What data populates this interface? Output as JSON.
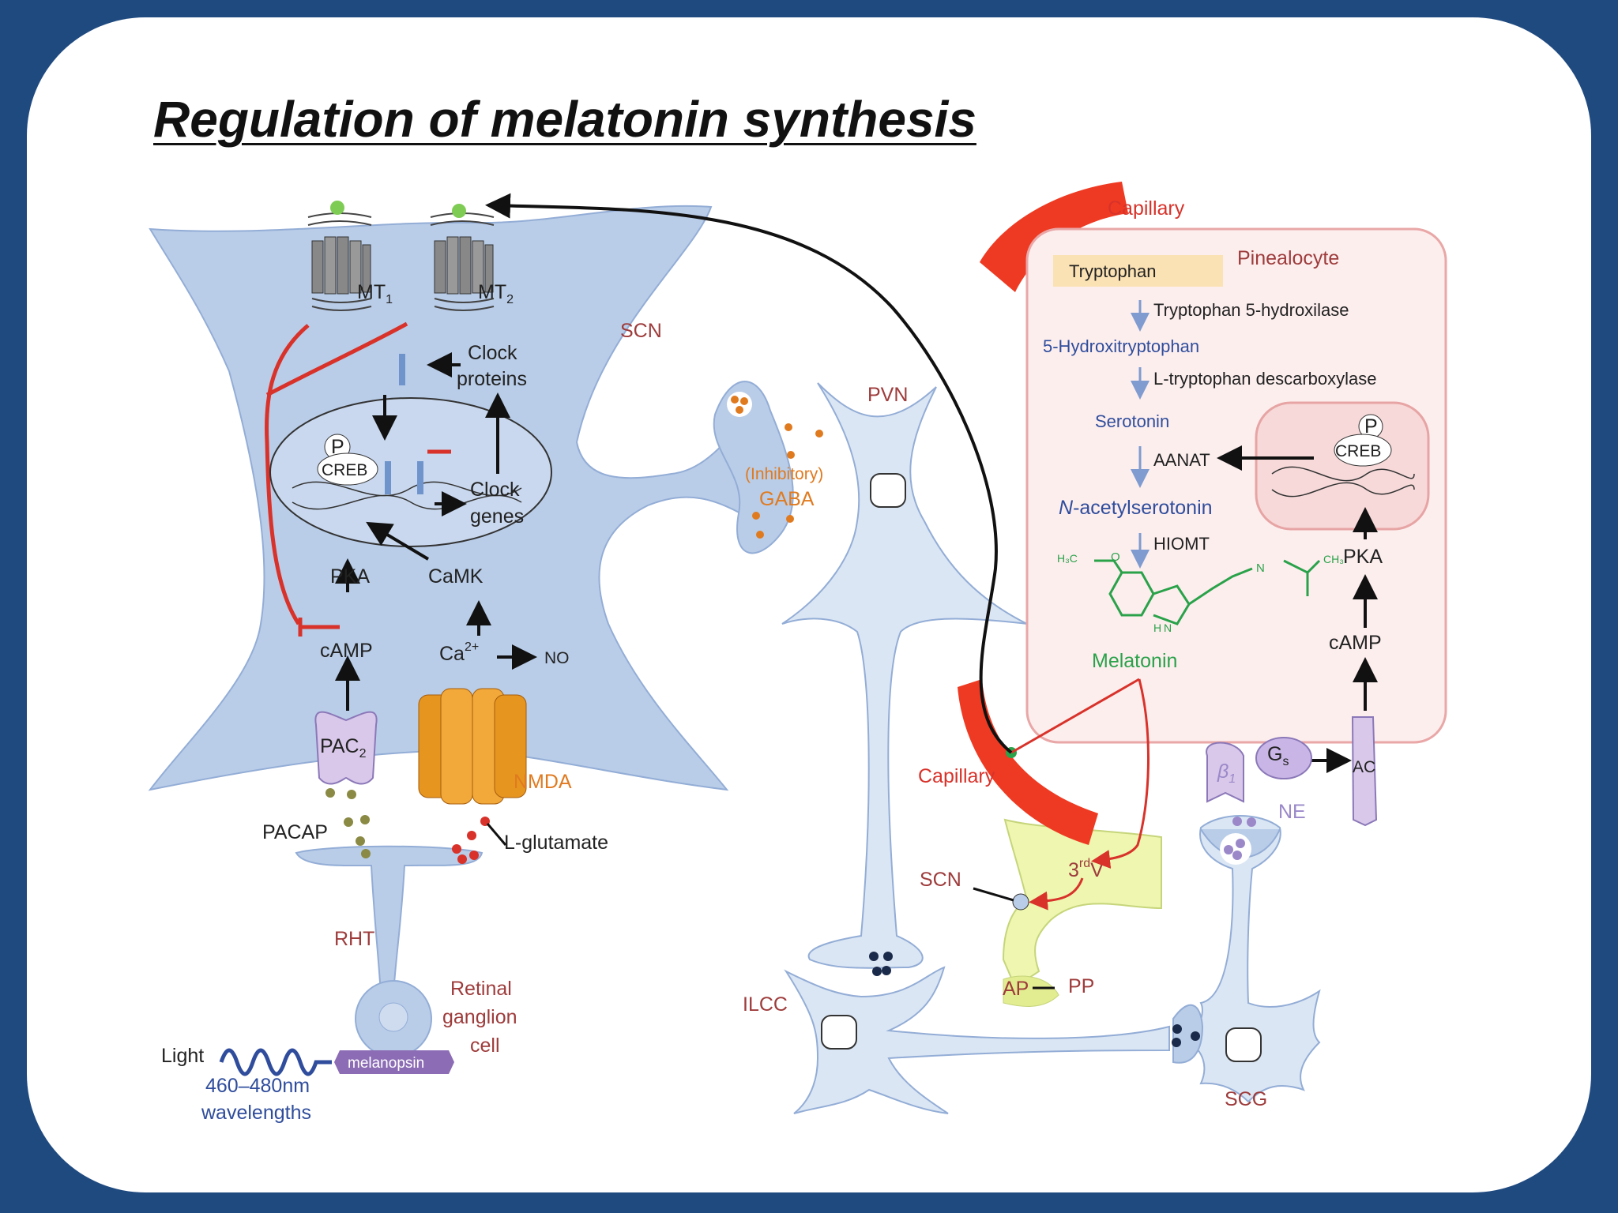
{
  "title": "Regulation of melatonin synthesis",
  "labels": {
    "mt1": "MT",
    "mt1_sub": "1",
    "mt2": "MT",
    "mt2_sub": "2",
    "scn_region": "SCN",
    "clock_proteins_1": "Clock",
    "clock_proteins_2": "proteins",
    "clock_genes_1": "Clock",
    "clock_genes_2": "genes",
    "p": "P",
    "creb": "CREB",
    "pka": "PKA",
    "camk": "CaMK",
    "camp": "cAMP",
    "ca": "Ca",
    "ca_sup": "2+",
    "no": "NO",
    "pac": "PAC",
    "pac_sub": "2",
    "nmda": "NMDA",
    "pacap": "PACAP",
    "l_glutamate": "L-glutamate",
    "rht": "RHT",
    "retinal_1": "Retinal",
    "retinal_2": "ganglion",
    "retinal_3": "cell",
    "light": "Light",
    "melanopsin": "melanopsin",
    "wavelength_1": "460–480nm",
    "wavelength_2": "wavelengths",
    "inhibitory": "(Inhibitory)",
    "gaba": "GABA",
    "pvn": "PVN",
    "ilcc": "ILCC",
    "capillary_top": "Capillary",
    "capillary_bottom": "Capillary",
    "pinealocyte": "Pinealocyte",
    "tryptophan": "Tryptophan",
    "enzyme_1": "Tryptophan 5-hydroxilase",
    "hydroxytryptophan": "5-Hydroxitryptophan",
    "enzyme_2": "L-tryptophan descarboxylase",
    "serotonin": "Serotonin",
    "aanat": "AANAT",
    "acetylserotonin_n": "N",
    "acetylserotonin": "-acetylserotonin",
    "hiomt": "HIOMT",
    "h3c": "H₃C",
    "o": "O",
    "nh": "N",
    "ch3": "CH₃",
    "n_ring": "N",
    "h_ring": "H",
    "melatonin": "Melatonin",
    "p2": "P",
    "creb2": "CREB",
    "pka2": "PKA",
    "camp2": "cAMP",
    "beta": "β",
    "beta_sub": "1",
    "gs": "G",
    "gs_sub": "s",
    "ac": "AC",
    "ne": "NE",
    "scn_brain": "SCN",
    "third_v": "3",
    "third_v_sup": "rd",
    "third_v_end": "V",
    "ap": "AP",
    "pp": "PP",
    "scg": "SCG"
  }
}
